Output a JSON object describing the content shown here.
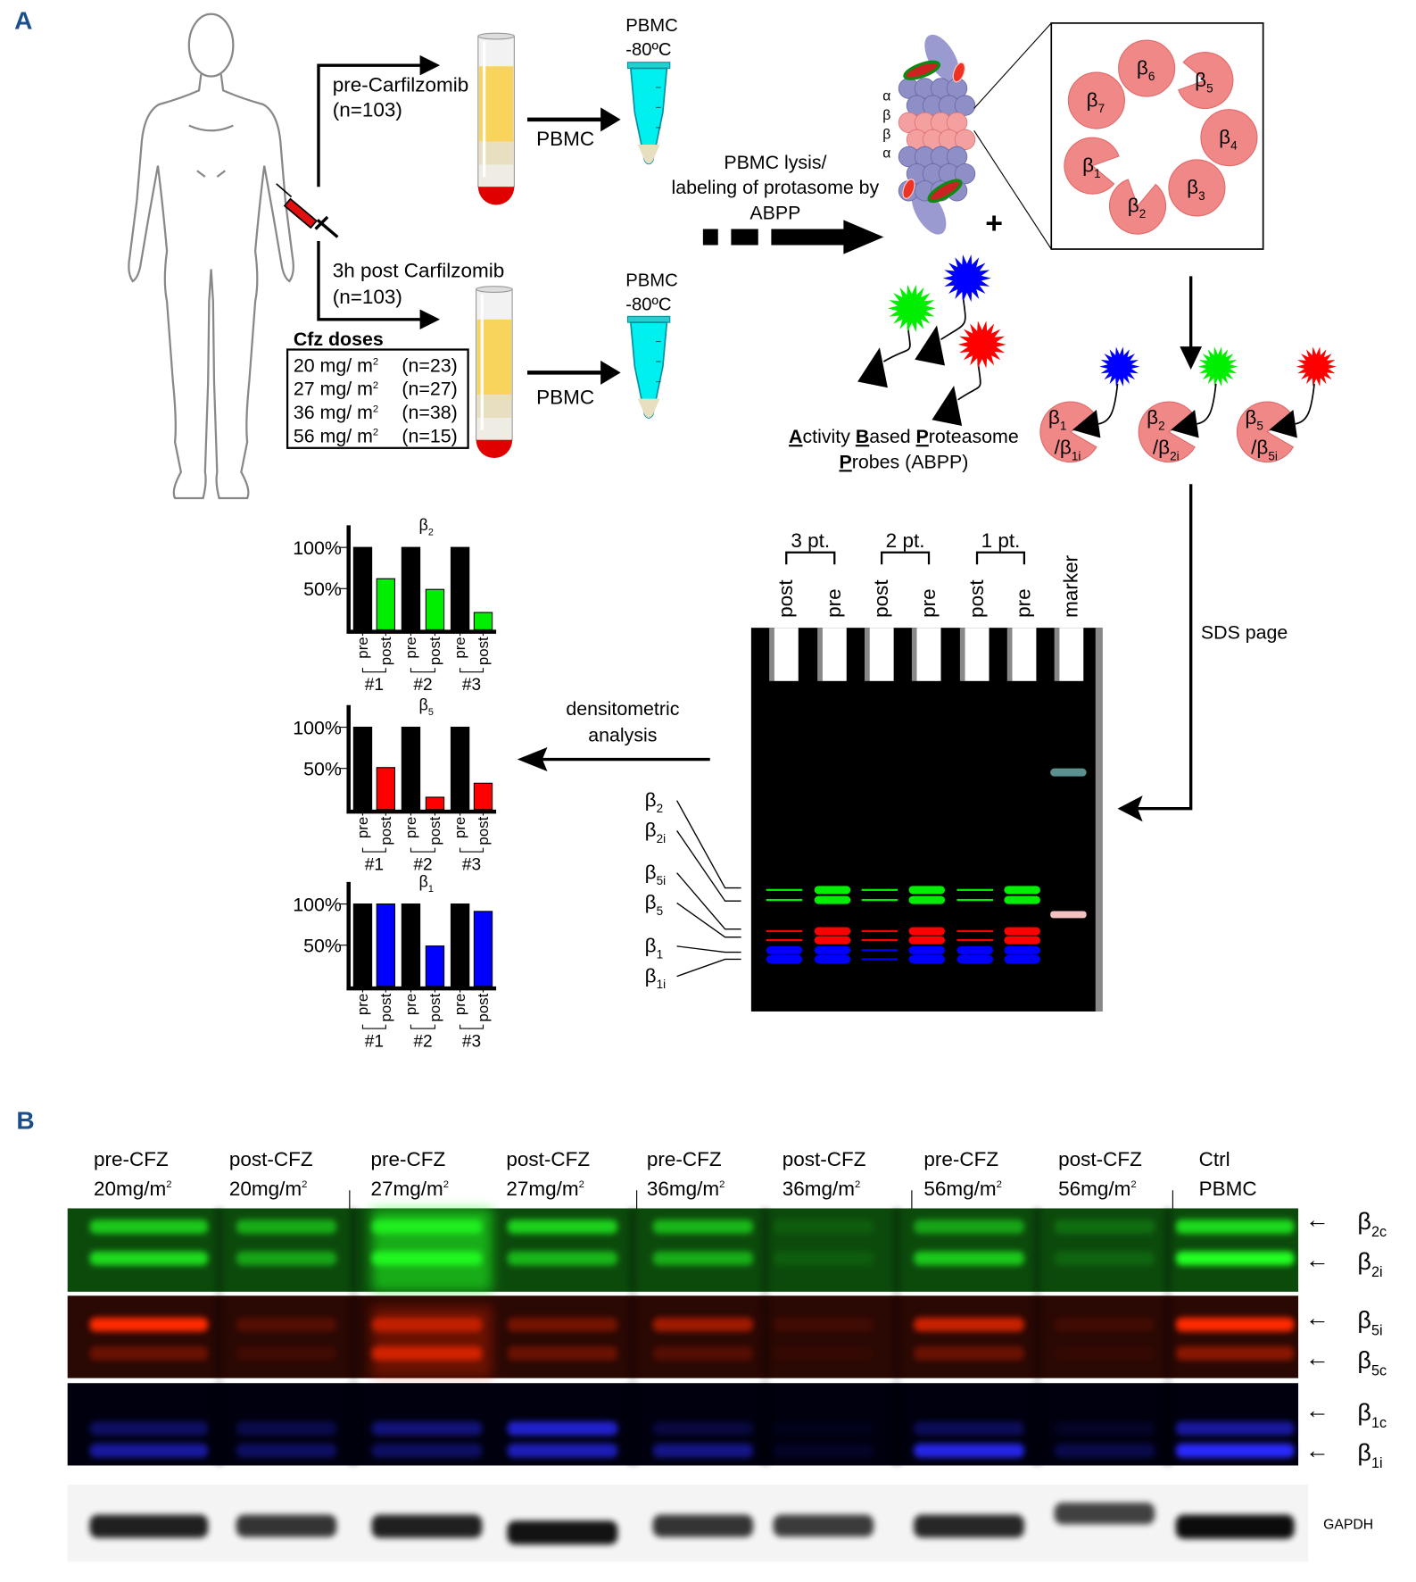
{
  "panel_a": {
    "label": "A",
    "pre_label": "pre-Carfilzomib",
    "pre_n": "(n=103)",
    "post_label": "3h post Carfilzomib",
    "post_n": "(n=103)",
    "pbmc": "PBMC",
    "storage": "-80ºC",
    "doses": {
      "title": "Cfz doses",
      "rows": [
        {
          "dose": "20 mg/ m",
          "sup": "2",
          "n": "(n=23)"
        },
        {
          "dose": "27 mg/ m",
          "sup": "2",
          "n": "(n=27)"
        },
        {
          "dose": "36 mg/ m",
          "sup": "2",
          "n": "(n=38)"
        },
        {
          "dose": "56 mg/ m",
          "sup": "2",
          "n": "(n=15)"
        }
      ]
    },
    "lysis_lines": [
      "PBMC lysis/",
      "labeling of protasome by",
      "ABPP"
    ],
    "ring_labels": [
      "α",
      "β",
      "β",
      "α"
    ],
    "subunits": [
      {
        "base": "β",
        "sub": "6"
      },
      {
        "base": "β",
        "sub": "5"
      },
      {
        "base": "β",
        "sub": "7"
      },
      {
        "base": "β",
        "sub": "4"
      },
      {
        "base": "β",
        "sub": "1"
      },
      {
        "base": "β",
        "sub": "3"
      },
      {
        "base": "β",
        "sub": "2"
      }
    ],
    "plus": "+",
    "probes": {
      "line1": [
        {
          "u": "A",
          "r": "ctivity "
        },
        {
          "u": "B",
          "r": "ased "
        },
        {
          "u": "P",
          "r": "roteasome"
        }
      ],
      "line2": {
        "u": "P",
        "r": "robes (ABPP)"
      }
    },
    "probe_colors": [
      "#00ee00",
      "#0000ff",
      "#ff0000"
    ],
    "labeled": [
      {
        "a": "β",
        "asub": "1",
        "b": "/β",
        "bsub": "1i",
        "color": "#0000ff"
      },
      {
        "a": "β",
        "asub": "2",
        "b": "/β",
        "bsub": "2i",
        "color": "#00ee00"
      },
      {
        "a": "β",
        "asub": "5",
        "b": "/β",
        "bsub": "5i",
        "color": "#ff0000"
      }
    ],
    "sds": "SDS page",
    "densitometric": [
      "densitometric",
      "analysis"
    ],
    "gel": {
      "groups": [
        "3 pt.",
        "2 pt.",
        "1 pt."
      ],
      "lanes": [
        "post",
        "pre",
        "post",
        "pre",
        "post",
        "pre",
        "marker"
      ],
      "band_labels": [
        {
          "base": "β",
          "sub": "2"
        },
        {
          "base": "β",
          "sub": "2i"
        },
        {
          "base": "β",
          "sub": "5i"
        },
        {
          "base": "β",
          "sub": "5"
        },
        {
          "base": "β",
          "sub": "1"
        },
        {
          "base": "β",
          "sub": "1i"
        }
      ]
    }
  },
  "chart_data": [
    {
      "type": "bar",
      "title": {
        "base": "β",
        "sub": "2"
      },
      "categories": [
        "pre",
        "post",
        "pre",
        "post",
        "pre",
        "post"
      ],
      "groups": [
        "#1",
        "#2",
        "#3"
      ],
      "yticks": [
        "50%",
        "100%"
      ],
      "ytick_values": [
        50,
        100
      ],
      "values": [
        100,
        62,
        100,
        49,
        100,
        21
      ],
      "colors": [
        "#000000",
        "#00ee00"
      ]
    },
    {
      "type": "bar",
      "title": {
        "base": "β",
        "sub": "5"
      },
      "categories": [
        "pre",
        "post",
        "pre",
        "post",
        "pre",
        "post"
      ],
      "groups": [
        "#1",
        "#2",
        "#3"
      ],
      "yticks": [
        "50%",
        "100%"
      ],
      "ytick_values": [
        50,
        100
      ],
      "values": [
        100,
        51,
        100,
        15,
        100,
        32
      ],
      "colors": [
        "#000000",
        "#ff0000"
      ]
    },
    {
      "type": "bar",
      "title": {
        "base": "β",
        "sub": "1"
      },
      "categories": [
        "pre",
        "post",
        "pre",
        "post",
        "pre",
        "post"
      ],
      "groups": [
        "#1",
        "#2",
        "#3"
      ],
      "yticks": [
        "50%",
        "100%"
      ],
      "ytick_values": [
        50,
        100
      ],
      "values": [
        100,
        100,
        100,
        49,
        100,
        91
      ],
      "colors": [
        "#000000",
        "#0000ff"
      ]
    }
  ],
  "panel_b": {
    "label": "B",
    "lanes": [
      {
        "l1": "pre-CFZ",
        "l2": "20mg/m",
        "sup": "2"
      },
      {
        "l1": "post-CFZ",
        "l2": "20mg/m",
        "sup": "2"
      },
      {
        "l1": "pre-CFZ",
        "l2": "27mg/m",
        "sup": "2"
      },
      {
        "l1": "post-CFZ",
        "l2": "27mg/m",
        "sup": "2"
      },
      {
        "l1": "pre-CFZ",
        "l2": "36mg/m",
        "sup": "2"
      },
      {
        "l1": "post-CFZ",
        "l2": "36mg/m",
        "sup": "2"
      },
      {
        "l1": "pre-CFZ",
        "l2": "56mg/m",
        "sup": "2"
      },
      {
        "l1": "post-CFZ",
        "l2": "56mg/m",
        "sup": "2"
      },
      {
        "l1": "Ctrl",
        "l2": "PBMC",
        "sup": ""
      }
    ],
    "arrow": "←",
    "channels": [
      {
        "color": "#22ff22",
        "bg": "#0c4a0c",
        "bands": [
          {
            "label": {
              "base": "β",
              "sub": "2c"
            },
            "intensity": [
              0.7,
              0.55,
              0.8,
              0.75,
              0.6,
              0.1,
              0.5,
              0.2,
              0.8
            ]
          },
          {
            "label": {
              "base": "β",
              "sub": "2i"
            },
            "intensity": [
              0.8,
              0.5,
              0.9,
              0.6,
              0.55,
              0.1,
              0.7,
              0.15,
              1.0
            ]
          }
        ]
      },
      {
        "color": "#ff2a00",
        "bg": "#2a0804",
        "bands": [
          {
            "label": {
              "base": "β",
              "sub": "5i"
            },
            "intensity": [
              1.0,
              0.2,
              0.6,
              0.35,
              0.55,
              0.1,
              0.75,
              0.1,
              1.0
            ]
          },
          {
            "label": {
              "base": "β",
              "sub": "5c"
            },
            "intensity": [
              0.3,
              0.1,
              0.7,
              0.3,
              0.2,
              0.05,
              0.3,
              0.05,
              0.45
            ]
          }
        ]
      },
      {
        "color": "#2a2aff",
        "bg": "#00000e",
        "bands": [
          {
            "label": {
              "base": "β",
              "sub": "1c"
            },
            "intensity": [
              0.35,
              0.25,
              0.45,
              0.8,
              0.2,
              0.05,
              0.3,
              0.1,
              0.6
            ]
          },
          {
            "label": {
              "base": "β",
              "sub": "1i"
            },
            "intensity": [
              0.6,
              0.35,
              0.35,
              0.7,
              0.5,
              0.1,
              0.9,
              0.25,
              1.0
            ]
          }
        ]
      }
    ],
    "gapdh": {
      "label": "GAPDH",
      "intensity": [
        0.85,
        0.7,
        0.85,
        0.95,
        0.7,
        0.65,
        0.8,
        0.6,
        1.0
      ]
    }
  }
}
